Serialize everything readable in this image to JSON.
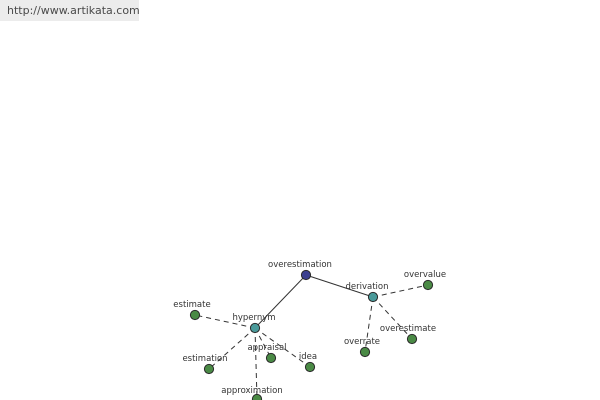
{
  "source": {
    "text": "http://www.artikata.com"
  },
  "graph": {
    "colors": {
      "root": "#3b3f8f",
      "relation": "#4a9a9a",
      "leaf": "#4a8a45"
    },
    "nodes": [
      {
        "id": "overestimation",
        "label": "overestimation",
        "kind": "root"
      },
      {
        "id": "derivation",
        "label": "derivation",
        "kind": "relation"
      },
      {
        "id": "hypernym",
        "label": "hypernym",
        "kind": "relation"
      },
      {
        "id": "overvalue",
        "label": "overvalue",
        "kind": "leaf"
      },
      {
        "id": "overestimate",
        "label": "overestimate",
        "kind": "leaf"
      },
      {
        "id": "overrate",
        "label": "overrate",
        "kind": "leaf"
      },
      {
        "id": "estimate",
        "label": "estimate",
        "kind": "leaf"
      },
      {
        "id": "estimation",
        "label": "estimation",
        "kind": "leaf"
      },
      {
        "id": "appraisal",
        "label": "appraisal",
        "kind": "leaf"
      },
      {
        "id": "idea",
        "label": "idea",
        "kind": "leaf"
      },
      {
        "id": "approximation",
        "label": "approximation",
        "kind": "leaf"
      }
    ],
    "edges": [
      {
        "from": "overestimation",
        "to": "hypernym",
        "style": "solid"
      },
      {
        "from": "overestimation",
        "to": "derivation",
        "style": "solid"
      },
      {
        "from": "derivation",
        "to": "overvalue",
        "style": "dashed"
      },
      {
        "from": "derivation",
        "to": "overestimate",
        "style": "dashed"
      },
      {
        "from": "derivation",
        "to": "overrate",
        "style": "dashed"
      },
      {
        "from": "hypernym",
        "to": "estimate",
        "style": "dashed"
      },
      {
        "from": "hypernym",
        "to": "estimation",
        "style": "dashed"
      },
      {
        "from": "hypernym",
        "to": "appraisal",
        "style": "dashed"
      },
      {
        "from": "hypernym",
        "to": "idea",
        "style": "dashed"
      },
      {
        "from": "hypernym",
        "to": "approximation",
        "style": "dashed"
      }
    ]
  }
}
